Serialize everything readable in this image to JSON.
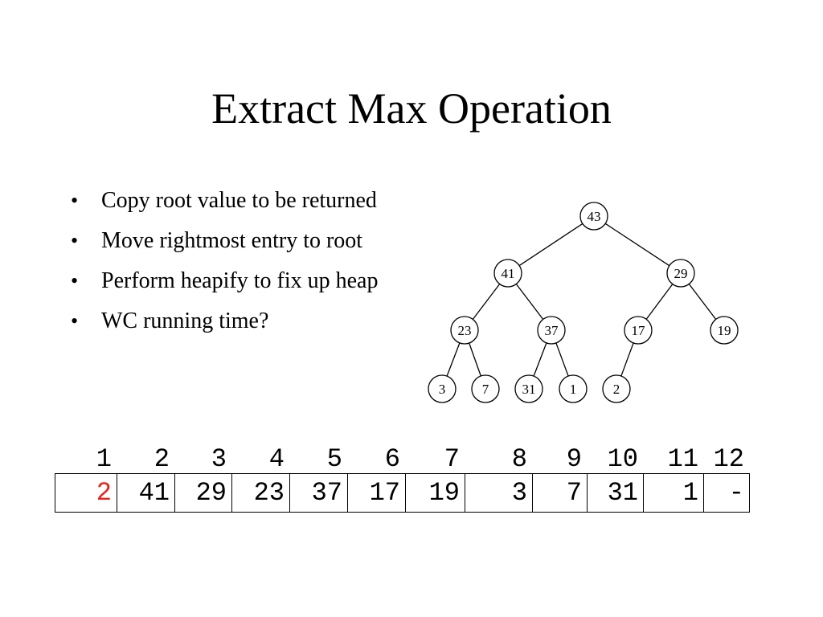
{
  "title": "Extract Max Operation",
  "bullets": [
    "Copy root value to be returned",
    "Move rightmost entry to root",
    "Perform heapify to fix up heap",
    "WC running time?"
  ],
  "tree": {
    "nodes": [
      "43",
      "41",
      "29",
      "23",
      "37",
      "17",
      "19",
      "3",
      "7",
      "31",
      "1",
      "2"
    ],
    "edges": [
      [
        0,
        1
      ],
      [
        0,
        2
      ],
      [
        1,
        3
      ],
      [
        1,
        4
      ],
      [
        2,
        5
      ],
      [
        2,
        6
      ],
      [
        3,
        7
      ],
      [
        3,
        8
      ],
      [
        4,
        9
      ],
      [
        4,
        10
      ],
      [
        5,
        11
      ]
    ]
  },
  "array": {
    "indices": [
      "1",
      "2",
      "3",
      "4",
      "5",
      "6",
      "7",
      "8",
      "9",
      "10",
      "11",
      "12"
    ],
    "values": [
      "2",
      "41",
      "29",
      "23",
      "37",
      "17",
      "19",
      "3",
      "7",
      "31",
      "1",
      "-"
    ],
    "highlight_index": 0,
    "highlight_color": "#e8231a"
  }
}
